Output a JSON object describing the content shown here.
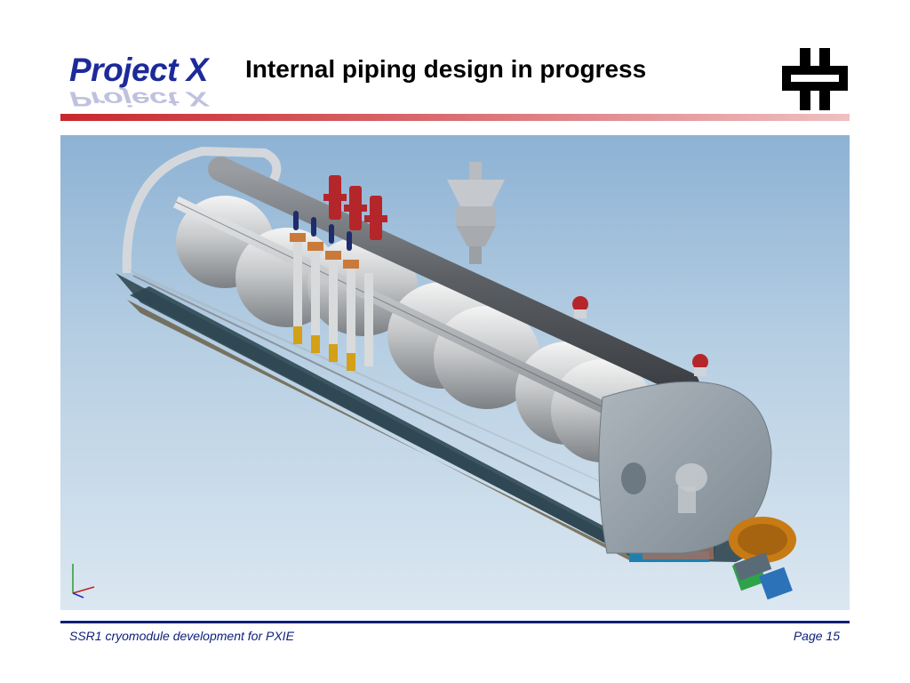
{
  "header": {
    "logo_text": "Project X",
    "title": "Internal piping design in progress",
    "fermilab_logo_icon": "fermilab-logo-icon"
  },
  "figure": {
    "icon": "cryomodule-3d-render",
    "axis_triad_icon": "xyz-axis-triad-icon"
  },
  "footer": {
    "left_text": "SSR1 cryomodule development for PXIE",
    "right_text": "Page 15"
  },
  "colors": {
    "accent_red": "#c8282e",
    "footer_blue": "#0b1f7a",
    "logo_blue": "#1c2a9a"
  }
}
